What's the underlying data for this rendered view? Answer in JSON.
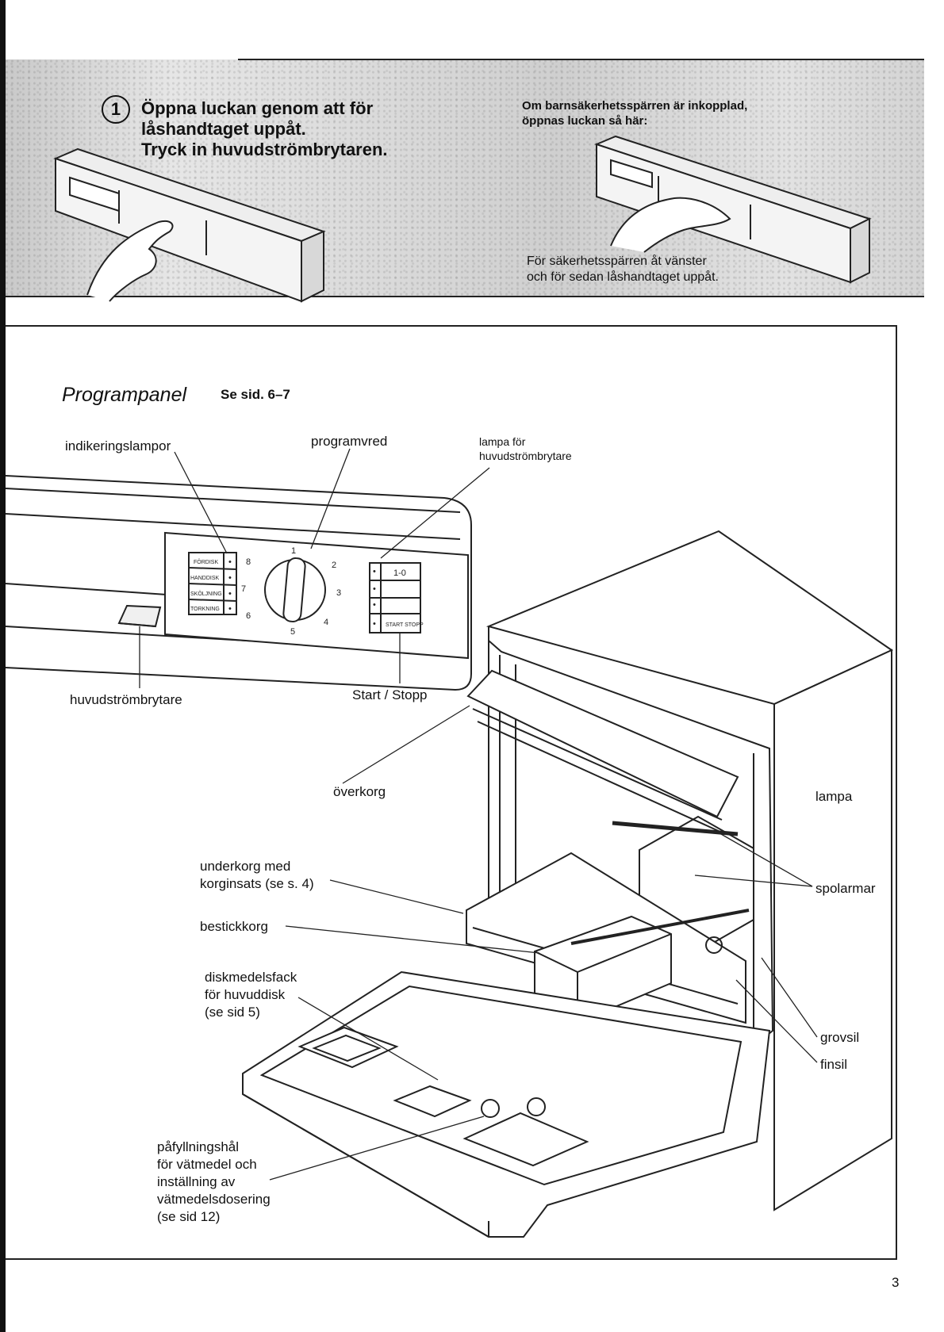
{
  "banner": {
    "step_number": "1",
    "step_lines": [
      "Öppna luckan genom att för",
      "låshandtaget uppåt.",
      "Tryck in huvudströmbrytaren."
    ],
    "lock_note_lines": [
      "Om barnsäkerhetsspärren är inkopplad,",
      "öppnas luckan så här:"
    ],
    "lock_instruction_lines": [
      "För säkerhetsspärren åt vänster",
      "och för sedan låshandtaget uppåt."
    ]
  },
  "main": {
    "title": "Programpanel",
    "page_ref": "Se sid. 6–7",
    "panel_labels": {
      "indicator_lamps": "indikeringslampor",
      "program_knob": "programvred",
      "main_switch_lamp": [
        "lampa för",
        "huvudströmbrytare"
      ],
      "main_switch": "huvudströmbrytare",
      "start_stop": "Start / Stopp"
    },
    "panel_face": {
      "indicator_rows": [
        "FÖRDISK",
        "HANDDISK",
        "SKÖLJNING",
        "TORKNING"
      ],
      "dial_marks": [
        "1",
        "2",
        "3",
        "4",
        "5",
        "6",
        "7",
        "8"
      ],
      "button_labels": [
        "1-0",
        "START STOPP"
      ]
    },
    "machine_labels": {
      "upper_basket": "överkorg",
      "lamp": "lampa",
      "lower_basket": [
        "underkorg med",
        "korginsats (se s. 4)"
      ],
      "spray_arms": "spolarmar",
      "cutlery_basket": "bestickkorg",
      "detergent": [
        "diskmedelsfack",
        "för huvuddisk",
        "(se sid 5)"
      ],
      "coarse_filter": "grovsil",
      "fine_filter": "finsil",
      "rinse_aid": [
        "påfyllningshål",
        "för vätmedel och",
        "inställning av",
        "vätmedelsdosering",
        "(se sid 12)"
      ]
    }
  },
  "page_number": "3"
}
